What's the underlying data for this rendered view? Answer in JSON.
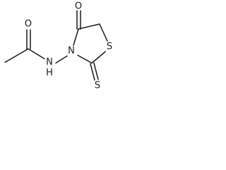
{
  "atoms": {
    "carbonyl_oxygen_acetyl": "O",
    "amide_nitrogen": "N",
    "amide_hydrogen": "H",
    "ring_nitrogen": "N",
    "ring_carbonyl_oxygen": "O",
    "ring_sulfur": "S",
    "thione_sulfur": "S"
  },
  "colors": {
    "bond": "#1a1a1a",
    "label": "#1a1a1a",
    "background": "#ffffff"
  }
}
